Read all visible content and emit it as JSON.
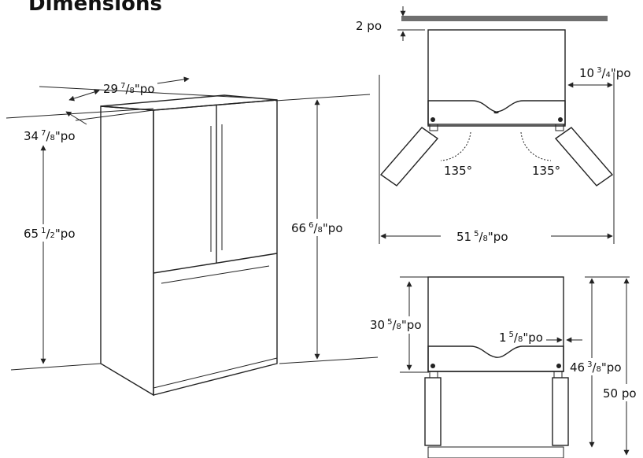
{
  "title": "Dimensions",
  "labels": {
    "depth": {
      "whole": "34",
      "frac": "7",
      "den": "8",
      "unit": "\"po"
    },
    "width": {
      "whole": "29",
      "frac": "7",
      "den": "8",
      "unit": "\"po"
    },
    "height_body": {
      "whole": "65",
      "frac": "1",
      "den": "2",
      "unit": "\"po"
    },
    "height_total": {
      "whole": "66",
      "frac": "6",
      "den": "8",
      "unit": "\"po"
    },
    "top_clearance": "2 po",
    "side_clearance": {
      "whole": "10",
      "frac": "3",
      "den": "4",
      "unit": "\"po"
    },
    "angle_left": "135°",
    "angle_right": "135°",
    "overall_width": {
      "whole": "51",
      "frac": "5",
      "den": "8",
      "unit": "\"po"
    },
    "case_depth": {
      "whole": "30",
      "frac": "5",
      "den": "8",
      "unit": "\"po"
    },
    "gap": {
      "whole": "1",
      "frac": "5",
      "den": "8",
      "unit": "\"po"
    },
    "depth_door_open": {
      "whole": "46",
      "frac": "3",
      "den": "8",
      "unit": "\"po"
    },
    "depth_total": "50 po"
  }
}
